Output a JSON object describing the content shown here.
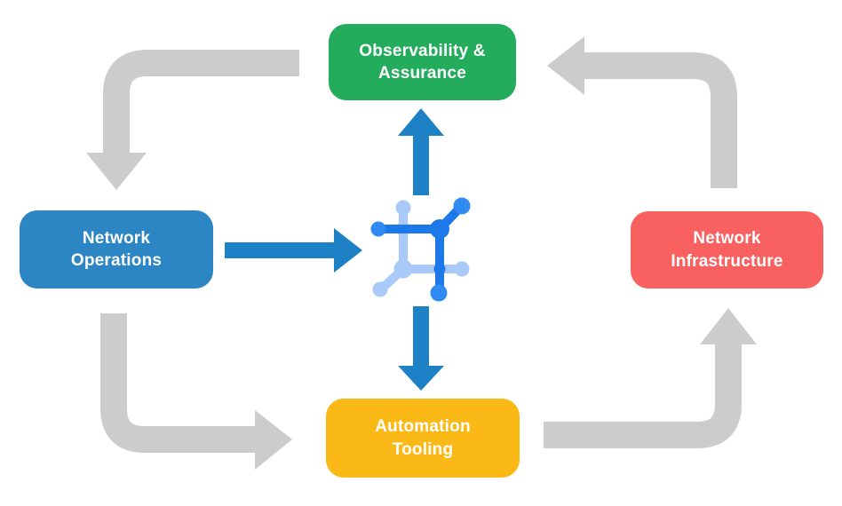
{
  "diagram_title": "",
  "colors": {
    "green": "#23AC5C",
    "blue": "#2D86C4",
    "red": "#F96161",
    "yellow": "#FBB917",
    "arrow_gray": "#CCCCCC",
    "arrow_blue": "#1E81C6",
    "icon_blue_dark": "#1D79E9",
    "icon_blue_bright": "#2F8AF2",
    "icon_blue_light": "#A9CAF8",
    "label_text": "#FFFFFF",
    "page_bg": "#FFFFFF"
  },
  "nodes": {
    "observability": {
      "line1": "Observability &",
      "line2": "Assurance",
      "color": "#23AC5C",
      "position": "top-center"
    },
    "operations": {
      "line1": "Network",
      "line2": "Operations",
      "color": "#2D86C4",
      "position": "middle-left"
    },
    "infrastructure": {
      "line1": "Network",
      "line2": "Infrastructure",
      "color": "#F96161",
      "position": "middle-right"
    },
    "automation": {
      "line1": "Automation",
      "line2": "Tooling",
      "color": "#FBB917",
      "position": "bottom-center"
    }
  },
  "center_icon": {
    "name": "mesh-network-icon",
    "description": "square network node with six radiating dotted connectors in dark and light blue"
  },
  "connections": [
    {
      "from": "observability",
      "to": "operations",
      "style": "gray-elbow",
      "direction": "down"
    },
    {
      "from": "operations",
      "to": "automation",
      "style": "gray-elbow",
      "direction": "right"
    },
    {
      "from": "automation",
      "to": "infrastructure",
      "style": "gray-elbow",
      "direction": "up"
    },
    {
      "from": "infrastructure",
      "to": "observability",
      "style": "gray-elbow",
      "direction": "left"
    },
    {
      "from": "operations",
      "to": "center-icon",
      "style": "blue-straight",
      "direction": "right"
    },
    {
      "from": "center-icon",
      "to": "observability",
      "style": "blue-straight",
      "direction": "up"
    },
    {
      "from": "center-icon",
      "to": "automation",
      "style": "blue-straight",
      "direction": "down"
    }
  ]
}
